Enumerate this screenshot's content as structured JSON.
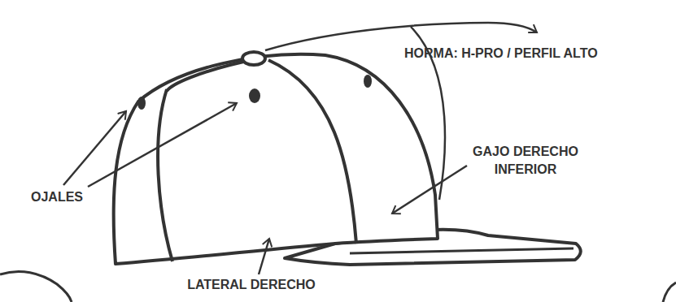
{
  "diagram": {
    "labels": [
      "HORMA: H-PRO / PERFIL ALTO",
      "GAJO DERECHO INFERIOR",
      "OJALES",
      "LATERAL DERECHO"
    ]
  }
}
